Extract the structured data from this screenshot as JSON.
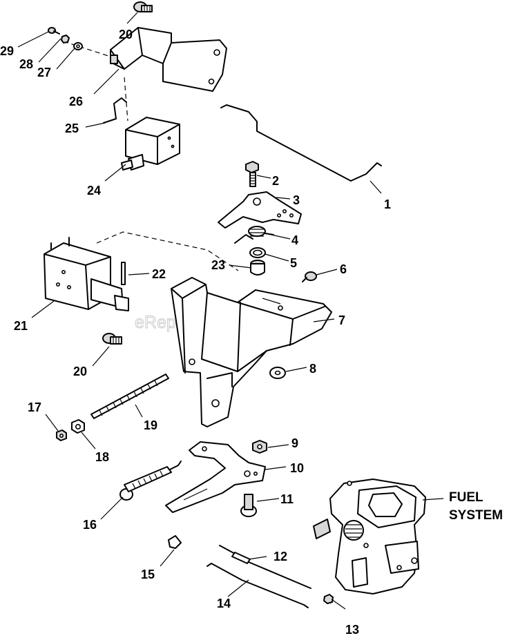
{
  "watermark": "eReplacementParts.com",
  "callouts": {
    "n1": "1",
    "n2": "2",
    "n3": "3",
    "n4": "4",
    "n5": "5",
    "n6": "6",
    "n7": "7",
    "n8": "8",
    "n9": "9",
    "n10": "10",
    "n11": "11",
    "n12": "12",
    "n13": "13",
    "n14": "14",
    "n15": "15",
    "n16": "16",
    "n17": "17",
    "n18": "18",
    "n19": "19",
    "n20a": "20",
    "n20b": "20",
    "n21": "21",
    "n22": "22",
    "n23": "23",
    "n24": "24",
    "n25": "25",
    "n26": "26",
    "n27": "27",
    "n28": "28",
    "n29": "29"
  },
  "fuel_system": {
    "line1": "FUEL",
    "line2": "SYSTEM"
  }
}
